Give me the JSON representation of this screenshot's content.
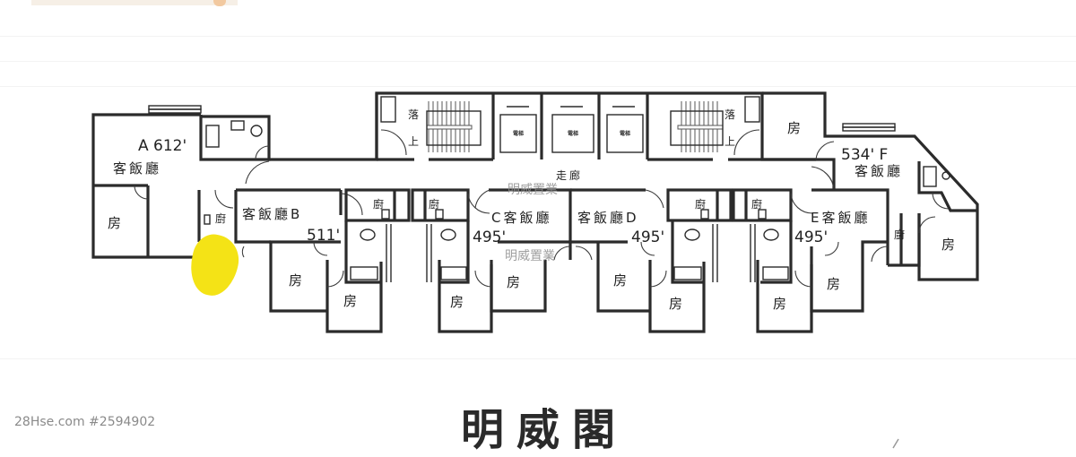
{
  "building": {
    "name": "明威閣",
    "watermark_top": "明威置業",
    "watermark_bottom": "明威置業",
    "source_label": "28Hse.com #2594902"
  },
  "common_areas": {
    "corridor": "走廊",
    "stair_left": [
      "落",
      "上"
    ],
    "stair_right": [
      "落",
      "上"
    ],
    "lifts": [
      "電梯",
      "電梯",
      "電梯"
    ]
  },
  "units": [
    {
      "id": "A",
      "area": "612'",
      "living": "客飯廳",
      "rooms": [
        "房"
      ],
      "kitchen": "廚"
    },
    {
      "id": "B",
      "area": "511'",
      "living": "客飯廳",
      "rooms": [
        "房",
        "房"
      ],
      "kitchen": "廚"
    },
    {
      "id": "C",
      "area": "495'",
      "living": "客飯廳",
      "rooms": [
        "房",
        "房"
      ],
      "kitchen": "廚"
    },
    {
      "id": "D",
      "area": "495'",
      "living": "客飯廳",
      "rooms": [
        "房",
        "房"
      ],
      "kitchen": "廚"
    },
    {
      "id": "E",
      "area": "495'",
      "living": "客飯廳",
      "rooms": [
        "房",
        "房"
      ],
      "kitchen": "廚"
    },
    {
      "id": "F",
      "area": "534'",
      "living": "客飯廳",
      "rooms": [
        "房",
        "房"
      ],
      "kitchen": "廚"
    }
  ],
  "labels": {
    "unit_a": "A 612'",
    "unit_b_name": "客飯廳B",
    "unit_b_area": "511'",
    "unit_c_name": "C客飯廳",
    "unit_c_area": "495'",
    "unit_d_name": "客飯廳D",
    "unit_d_area": "495'",
    "unit_e_name": "E客飯廳",
    "unit_e_area": "495'",
    "unit_f_name": "534' F",
    "living": "客飯廳",
    "room": "房",
    "kitchen": "廚"
  },
  "annotation": {
    "highlight_color": "#f4e316"
  }
}
